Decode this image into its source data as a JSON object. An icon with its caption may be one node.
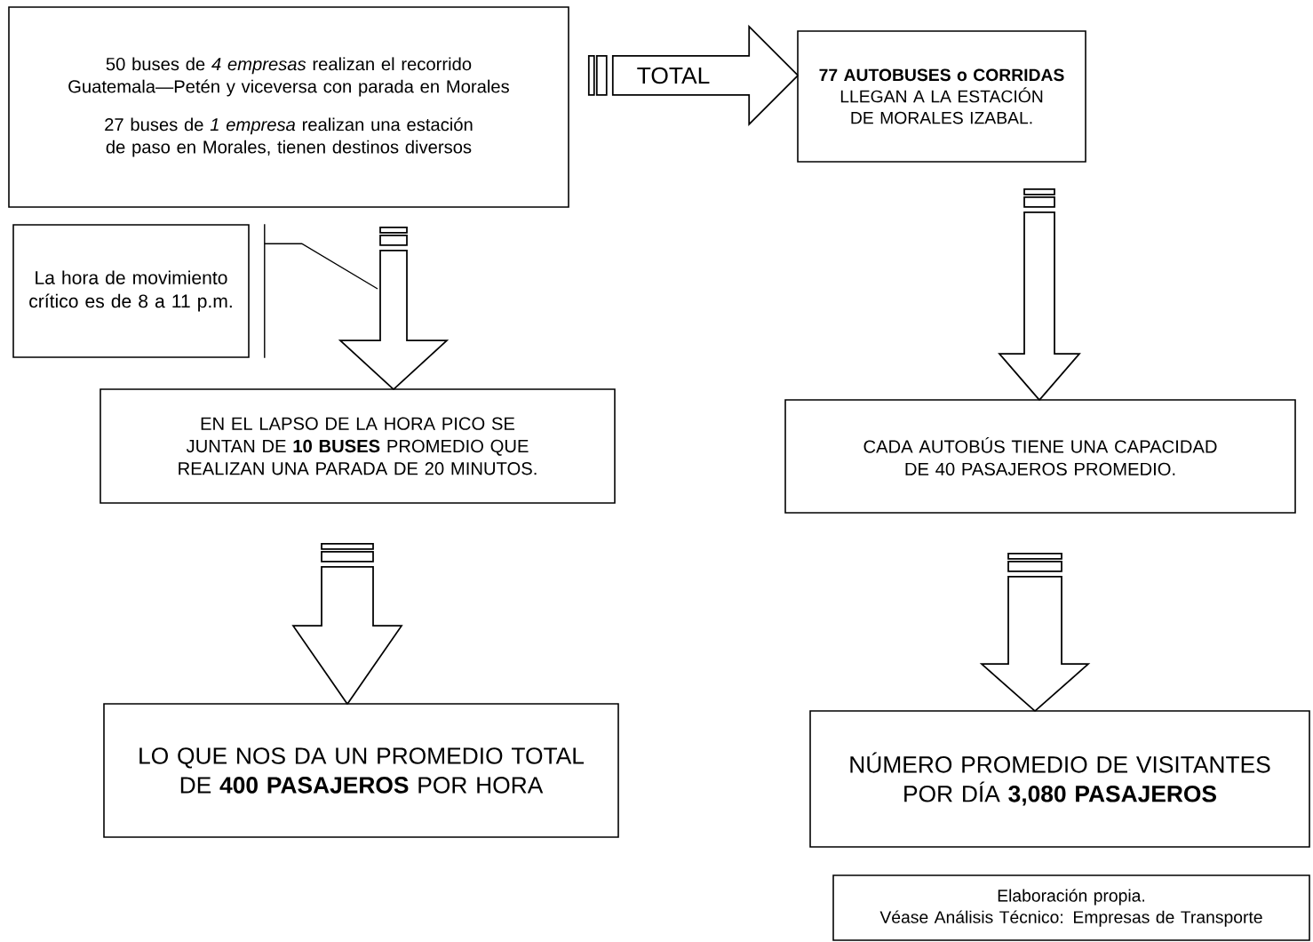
{
  "diagram": {
    "nodes": [
      {
        "text": [
          "50 buses de *4 empresas* realizan el recorrido Guatemala—Petén y viceversa con parada en Morales",
          "27 buses de *1 empresa* realizan una estación de paso  en Morales, tienen destinos diversos"
        ]
      },
      {
        "text": [
          "**77 AUTOBUSES o CORRIDAS** LLEGAN A LA ESTACIÓN DE MORALES IZABAL."
        ]
      },
      {
        "text": [
          "La hora  de movimiento crítico es de 8 a 11 p.m."
        ]
      },
      {
        "text": [
          "EN EL LAPSO DE LA HORA PICO SE JUNTAN  DE **10 BUSES** PROMEDIO QUE REALIZAN UNA PARADA DE 20 MINUTOS."
        ]
      },
      {
        "text": [
          "CADA AUTOBÚS TIENE UNA CAPACIDAD DE 40 PASAJEROS PROMEDIO."
        ]
      },
      {
        "text": [
          "LO QUE NOS DA UN  PROMEDIO TOTAL DE  **400 PASAJEROS** POR HORA"
        ]
      },
      {
        "text": [
          "NÚMERO PROMEDIO DE VISITANTES POR DÍA  **3,080 PASAJEROS**"
        ]
      },
      {
        "text": [
          "Elaboración propia.",
          "Véase Análisis Técnico:  Empresas de Transporte"
        ]
      }
    ],
    "edges": [
      {
        "from": 0,
        "to": 1,
        "arrow": "to",
        "label": "TOTAL"
      },
      {
        "from": 0,
        "to": 3,
        "arrow": "to"
      },
      {
        "from": 1,
        "to": 4,
        "arrow": "to"
      },
      {
        "from": 3,
        "to": 5,
        "arrow": "to"
      },
      {
        "from": 4,
        "to": 6,
        "arrow": "to"
      },
      {
        "from": 2,
        "to": null,
        "arrow": "none"
      }
    ]
  }
}
